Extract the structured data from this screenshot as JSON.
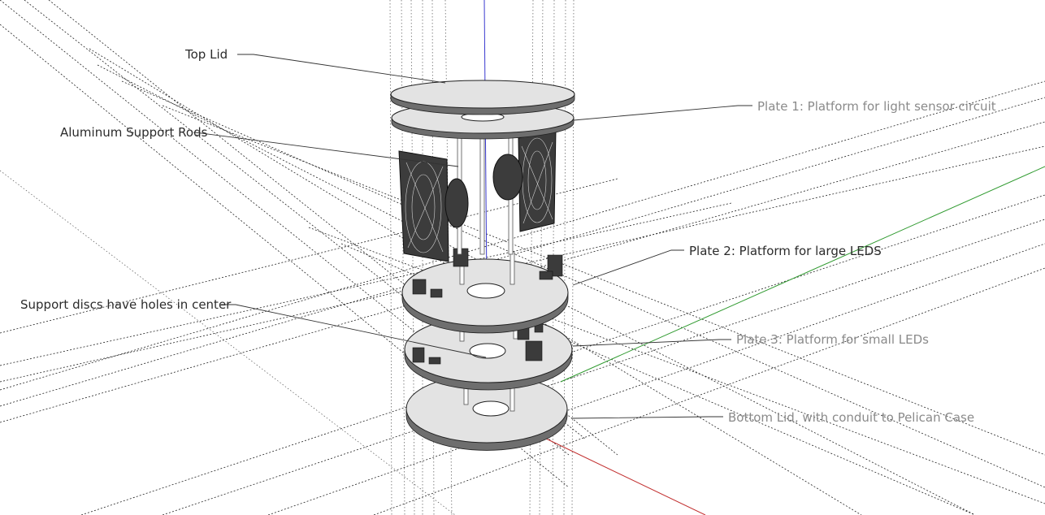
{
  "labels": {
    "top_lid": "Top Lid",
    "plate1": "Plate 1: Platform for light sensor circuit",
    "rods": "Aluminum Support Rods",
    "plate2": "Plate 2: Platform for large LEDS",
    "discs": "Support discs have holes in center",
    "plate3": "Plate 3: Platform for small LEDs",
    "bottom": "Bottom Lid, with conduit to Pelican Case"
  },
  "colors": {
    "axis_blue": "#3a3ad0",
    "axis_green": "#2f9a2f",
    "axis_red": "#c23030"
  }
}
